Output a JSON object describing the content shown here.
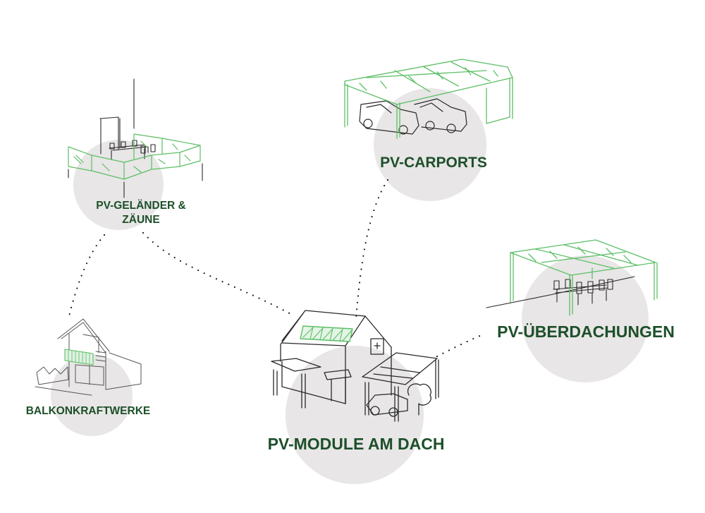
{
  "colors": {
    "label_text": "#1d4f2a",
    "bubble": "#e8e6e6",
    "solar_green": "#5cbf66",
    "sketch": "#2a2a2a",
    "connector": "#1a1a1a"
  },
  "nodes": {
    "gelaender": {
      "label_line1": "PV-GELÄNDER &",
      "label_line2": "ZÄUNE",
      "icon": "balcony-railing-icon"
    },
    "carports": {
      "label": "PV-CARPORTS",
      "icon": "carport-icon"
    },
    "ueberdachungen": {
      "label": "PV-ÜBERDACHUNGEN",
      "icon": "patio-canopy-icon"
    },
    "balkon": {
      "label": "BALKONKRAFTWERKE",
      "icon": "balcony-house-icon"
    },
    "module": {
      "label": "PV-MODULE AM DACH",
      "icon": "house-roof-solar-icon"
    }
  }
}
